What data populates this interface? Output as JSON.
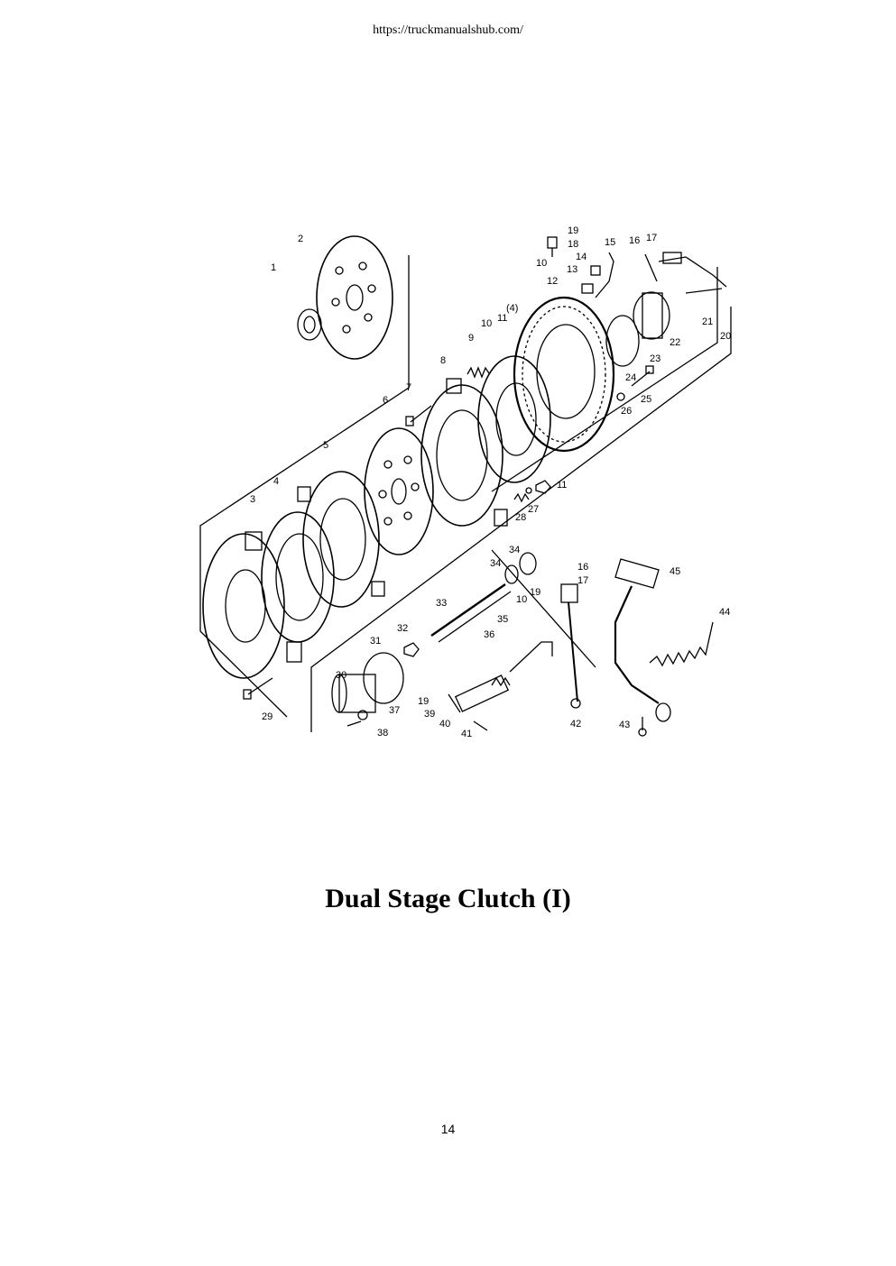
{
  "header": {
    "url": "https://truckmanualshub.com/"
  },
  "diagram": {
    "callouts": [
      "1",
      "2",
      "3",
      "4",
      "5",
      "6",
      "7",
      "8",
      "9",
      "10",
      "11",
      "(4)",
      "12",
      "13",
      "14",
      "15",
      "16",
      "17",
      "18",
      "19",
      "10",
      "20",
      "21",
      "22",
      "23",
      "24",
      "25",
      "26",
      "27",
      "28",
      "11",
      "29",
      "30",
      "31",
      "32",
      "33",
      "34",
      "34",
      "35",
      "36",
      "10",
      "19",
      "16",
      "17",
      "37",
      "38",
      "39",
      "19",
      "40",
      "41",
      "42",
      "43",
      "44",
      "45"
    ]
  },
  "footer": {
    "title": "Dual Stage Clutch (I)",
    "page_number": "14"
  }
}
